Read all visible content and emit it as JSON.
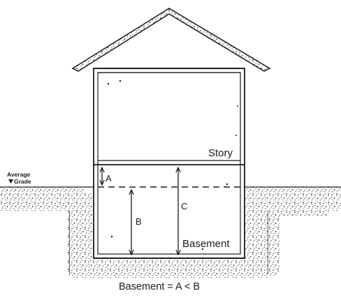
{
  "labels": {
    "story": "Story",
    "basement": "Basement",
    "dim_a": "A",
    "dim_b": "B",
    "dim_c": "C",
    "grade_line1": "Average",
    "grade_line2": "Grade",
    "formula": "Basement = A < B"
  },
  "colors": {
    "ink": "#1a1a1a",
    "soil_fill": "#ffffff",
    "background": "#ffffff"
  }
}
